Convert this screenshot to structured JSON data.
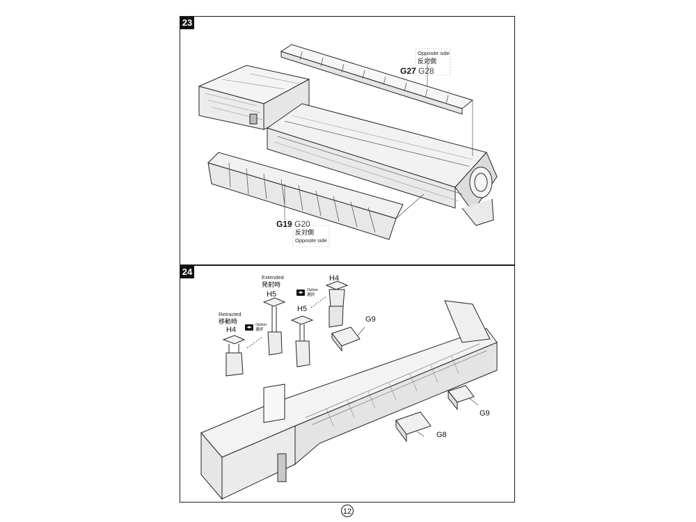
{
  "page_number": "12",
  "steps": [
    {
      "number": "23",
      "parts_top": {
        "primary": "G27",
        "alternate": "G28",
        "note_en": "Opposite side",
        "note_jp": "反対側"
      },
      "parts_bottom": {
        "primary": "G19",
        "alternate": "G20",
        "note_en": "Opposite side",
        "note_jp": "反対側"
      }
    },
    {
      "number": "24",
      "retracted": {
        "label_en": "Retracted",
        "label_jp": "移動時",
        "part": "H4"
      },
      "extended": {
        "label_en": "Extended",
        "label_jp": "発射時",
        "part": "H5"
      },
      "option_1": {
        "icon": "option-arrows-icon",
        "en": "Option",
        "jp": "選択"
      },
      "option_2": {
        "icon": "option-arrows-icon",
        "en": "Option",
        "jp": "選択"
      },
      "middle_part": "H5",
      "right_part": "H4",
      "parts": [
        "G9",
        "G9",
        "G8"
      ]
    }
  ]
}
